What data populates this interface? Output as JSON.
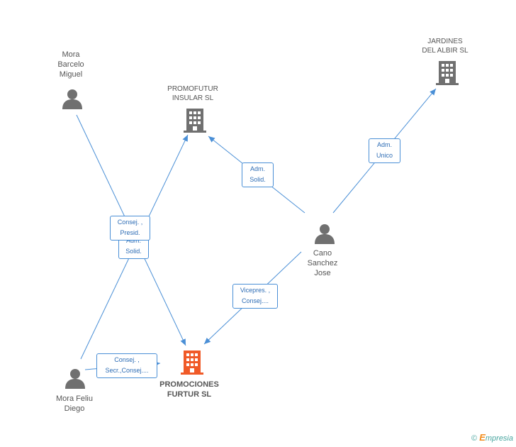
{
  "colors": {
    "edge": "#4a8fd6",
    "edge_text": "#2e6db5",
    "icon": "#707070",
    "focus": "#f05a28"
  },
  "persons": {
    "mora_barcelo": {
      "label": "Mora\nBarcelo\nMiguel",
      "icon": "person-icon"
    },
    "cano_sanchez": {
      "label": "Cano\nSanchez\nJose",
      "icon": "person-icon"
    },
    "mora_feliu": {
      "label": "Mora Feliu\nDiego",
      "icon": "person-icon"
    }
  },
  "companies": {
    "promofutur": {
      "label": "PROMOFUTUR\nINSULAR SL",
      "icon": "building-icon"
    },
    "jardines": {
      "label": "JARDINES\nDEL ALBIR  SL",
      "icon": "building-icon"
    },
    "promociones": {
      "label": "PROMOCIONES\nFURTUR SL",
      "icon": "building-icon"
    }
  },
  "edges": {
    "cano_jardines": "Adm.\nUnico",
    "cano_promofutur": "Adm.\nSolid.",
    "mora_feliu_promofutur": "Adm.\nSolid.",
    "mora_barcelo_promociones": "Consej. ,\nPresid.",
    "cano_promociones": "Vicepres. ,\nConsej....",
    "mora_feliu_promociones": "Consej. ,\nSecr.,Consej...."
  },
  "brand": {
    "symbol": "©",
    "initial": "E",
    "rest": "mpresia"
  }
}
